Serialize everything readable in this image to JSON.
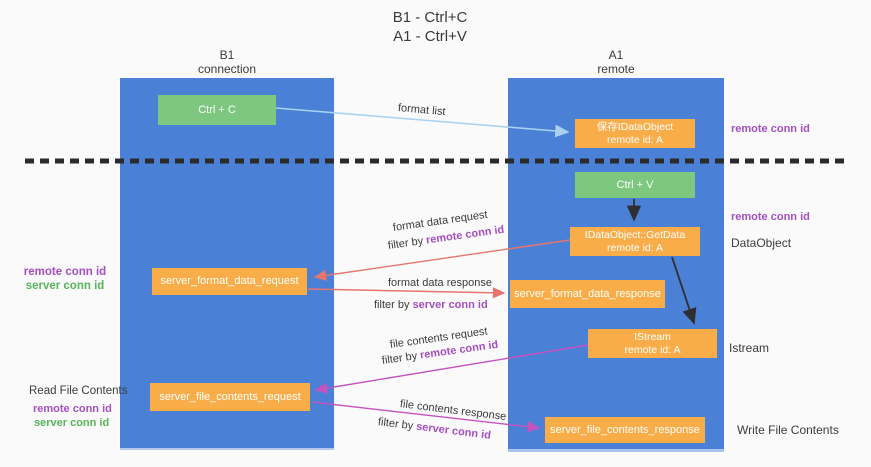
{
  "title": {
    "line1": "B1 - Ctrl+C",
    "line2": "A1 - Ctrl+V"
  },
  "lifelines": {
    "left": {
      "name": "B1",
      "role": "connection"
    },
    "right": {
      "name": "A1",
      "role": "remote"
    }
  },
  "boxes": {
    "ctrl_c": {
      "label": "Ctrl + C"
    },
    "ctrl_v": {
      "label": "Ctrl + V"
    },
    "save_idataobject": {
      "line1": "保存IDataObject",
      "line2": "remote id: A"
    },
    "getdata": {
      "line1": "IDataObject::GetData",
      "line2": "remote id: A"
    },
    "istream": {
      "line1": "IStream",
      "line2": "remote id: A"
    },
    "server_format_data_request": {
      "label": "server_format_data_request"
    },
    "server_format_data_response": {
      "label": "server_format_data_response"
    },
    "server_file_contents_request": {
      "label": "server_file_contents_request"
    },
    "server_file_contents_response": {
      "label": "server_file_contents_response"
    }
  },
  "flow_labels": {
    "format_list": "format list",
    "format_data_request": "format data request",
    "format_data_response": "format data response",
    "file_contents_request": "file contents request",
    "file_contents_response": "file contents response",
    "filter_by": "filter by",
    "remote_conn_id": "remote conn id",
    "server_conn_id": "server conn id"
  },
  "annotations": {
    "remote_conn_id": "remote conn id",
    "server_conn_id": "server conn id",
    "dataobject": "DataObject",
    "istream": "Istream",
    "read_file_contents": "Read File Contents",
    "write_file_contents": "Write File Contents"
  },
  "colors": {
    "lifeline_blue": "#4a80d6",
    "box_green": "#7dc77e",
    "box_orange": "#f8ad49",
    "arrow_light_blue": "#a9d2f0",
    "arrow_red": "#e8756d",
    "arrow_magenta": "#c553c0",
    "arrow_black": "#2f2f2f",
    "text_purple": "#a44fc0",
    "text_green": "#56b45a",
    "background": "#fafafa"
  }
}
